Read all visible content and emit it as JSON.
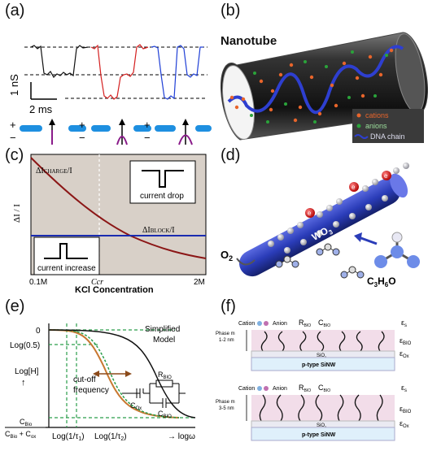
{
  "panels": {
    "a": {
      "label": "(a)",
      "scale_current": "1 nS",
      "scale_time": "2 ms",
      "colors": {
        "black": "#111111",
        "red": "#d42020",
        "blue": "#1f3fd6",
        "device_left": "#1e8fe0",
        "device_right": "#1e8fe0",
        "particle": "#8a1b8a"
      }
    },
    "b": {
      "label": "(b)",
      "title": "Nanotube",
      "legend": [
        "cations",
        "anions",
        "DNA chain"
      ],
      "colors": {
        "cations": "#e8652b",
        "anions": "#2aa33a",
        "dna": "#2e3fd0"
      }
    },
    "c": {
      "label": "(c)",
      "y_axis": "ΔI / I",
      "x_axis": "KCl Concentration",
      "x_ticks": [
        "0.1M",
        "Ccr",
        "2M"
      ],
      "annot_charge": "ΔI",
      "annot_charge_sub": "CHARGE",
      "annot_charge_tail": "/I",
      "annot_block": "ΔI",
      "annot_block_sub": "BLOCK",
      "annot_block_tail": "/I",
      "box_drop": "current drop",
      "box_increase": "current increase",
      "colors": {
        "bg": "#d8d0c8",
        "charge": "#8b1616",
        "block": "#1a2bb0"
      }
    },
    "d": {
      "label": "(d)",
      "tube_label": "WO",
      "tube_sub": "3",
      "o2": "O",
      "o2_sub": "2",
      "molecule": "C",
      "molecule_sub1": "3",
      "molecule_mid": "H",
      "molecule_sub2": "6",
      "molecule_end": "O",
      "electron": "e",
      "colors": {
        "tube": "#2a3cb8",
        "electron": "#d41b1b",
        "ball": "#c8c8d0"
      }
    },
    "e": {
      "label": "(e)",
      "y_axis": "Log[H]",
      "arrow_up": "↑",
      "y_ticks": [
        "0",
        "Log(0.5)"
      ],
      "x_axis": "→ logω",
      "x_ticks": [
        "Log(1/τ",
        "Log(1/τ"
      ],
      "x_tick_subs": [
        "1",
        "2"
      ],
      "x_tick_close": ")",
      "bottom_frac_num": "C",
      "bottom_frac_num_sub": "Bio",
      "bottom_frac_den1": "C",
      "bottom_frac_den1_sub": "Bio",
      "bottom_frac_plus": " + C",
      "bottom_frac_den2_sub": "ox",
      "cutoff": [
        "cut-off",
        "frequency"
      ],
      "model": [
        "Simplified",
        "Model"
      ],
      "rbio": "R",
      "rbio_sub": "BIO",
      "cox": "C",
      "cox_sub": "Ox",
      "cbio": "C",
      "cbio_sub": "BIO"
    },
    "f": {
      "label": "(f)",
      "top": {
        "cation": "Cation",
        "anion": "Anion",
        "r": "R",
        "r_sub": "BIO",
        "c": "C",
        "c_sub": "BIO",
        "eps": "ε",
        "eps_sub": "s",
        "phase": [
          "Phase m",
          "1-2 nm"
        ],
        "eps_bio": "ε",
        "eps_bio_sub": "BIO",
        "sio2": "SiO",
        "sio2_sub": "2",
        "eps_ox": "ε",
        "eps_ox_sub": "Ox",
        "sinw": "p-type SiNW"
      },
      "bottom": {
        "cation": "Cation",
        "anion": "Anion",
        "r": "R",
        "r_sub": "BIO",
        "c": "C",
        "c_sub": "BIO",
        "eps": "ε",
        "eps_sub": "s",
        "phase": [
          "Phase m",
          "3-5 nm"
        ],
        "eps_bio": "ε",
        "eps_bio_sub": "BIO",
        "sio2": "SiO",
        "sio2_sub": "2",
        "eps_ox": "ε",
        "eps_ox_sub": "Ox",
        "sinw": "p-type SiNW"
      },
      "colors": {
        "sinw": "#dff0fb",
        "layer": "#f2dde9"
      }
    }
  }
}
